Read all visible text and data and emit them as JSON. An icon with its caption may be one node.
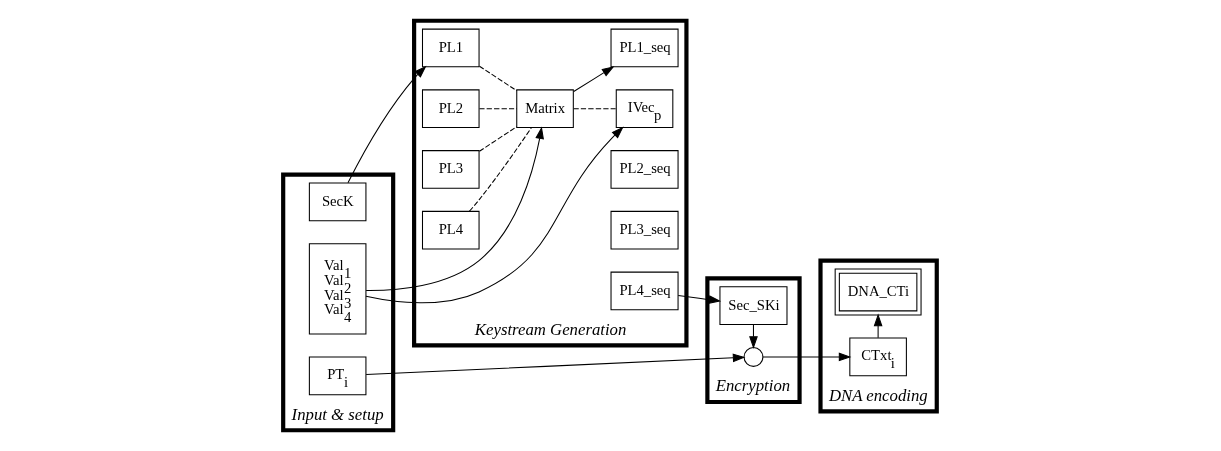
{
  "diagram": {
    "nodes": [
      {
        "text": [
          "Input & setup"
        ]
      },
      {
        "text": [
          "SecK"
        ],
        "in": 0
      },
      {
        "text": [
          "Val$_{1}$ Val$_{2}$ Val$_{3}$ Val$_{4}$"
        ],
        "in": 0
      },
      {
        "text": [
          "PT$_{i}$"
        ],
        "in": 0
      },
      {
        "text": [
          "Keystream Generation"
        ]
      },
      {
        "text": [
          "PL1"
        ],
        "in": 4
      },
      {
        "text": [
          "PL2"
        ],
        "in": 4
      },
      {
        "text": [
          "PL3"
        ],
        "in": 4
      },
      {
        "text": [
          "PL4"
        ],
        "in": 4
      },
      {
        "text": [
          "Matrix"
        ],
        "in": 4
      },
      {
        "text": [
          "IVec$_{p}$"
        ],
        "in": 4
      },
      {
        "text": [
          "PL1_seq"
        ],
        "in": 4
      },
      {
        "text": [
          "PL2_seq"
        ],
        "in": 4
      },
      {
        "text": [
          "PL3_seq"
        ],
        "in": 4
      },
      {
        "text": [
          "PL4_seq"
        ],
        "in": 4
      },
      {
        "text": [
          "Encryption"
        ]
      },
      {
        "text": [
          "Sec_SKi"
        ],
        "in": 15
      },
      {
        "text": [],
        "shape": "circle",
        "in": 15
      },
      {
        "text": [
          "DNA encoding"
        ]
      },
      {
        "text": [
          "CTxt$_{i}$"
        ],
        "in": 18
      },
      {
        "text": [
          "DNA_CTi"
        ],
        "in": 18
      }
    ],
    "edges": [
      {
        "from": 1,
        "to": 5,
        "arrow": "to"
      },
      {
        "from": 5,
        "to": 9,
        "arrow": "none",
        "style": "dashed"
      },
      {
        "from": 6,
        "to": 9,
        "arrow": "none",
        "style": "dashed"
      },
      {
        "from": 7,
        "to": 9,
        "arrow": "none",
        "style": "dashed"
      },
      {
        "from": 8,
        "to": 9,
        "arrow": "none",
        "style": "dashed"
      },
      {
        "from": 2,
        "to": 9,
        "arrow": "to"
      },
      {
        "from": 2,
        "to": 10,
        "arrow": "to"
      },
      {
        "from": 9,
        "to": 10,
        "arrow": "none",
        "style": "dashed"
      },
      {
        "from": 9,
        "to": 11,
        "arrow": "to"
      },
      {
        "from": 14,
        "to": 16,
        "arrow": "to"
      },
      {
        "from": 3,
        "to": 17,
        "arrow": "to"
      },
      {
        "from": 16,
        "to": 17,
        "arrow": "to"
      },
      {
        "from": 17,
        "to": 19,
        "arrow": "to"
      },
      {
        "from": 19,
        "to": 20,
        "arrow": "to"
      }
    ]
  }
}
